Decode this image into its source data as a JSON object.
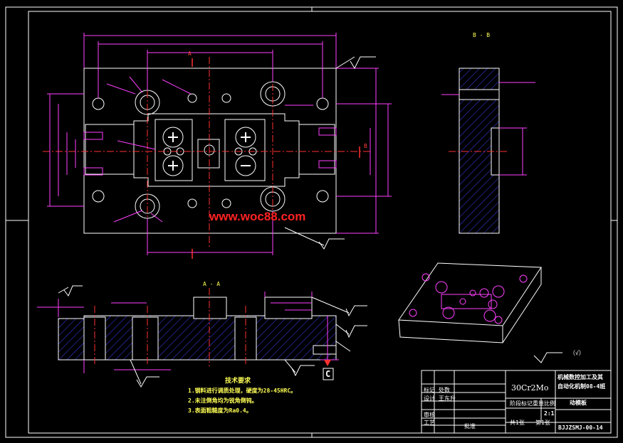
{
  "drawing": {
    "section_label_bb": "B - B",
    "section_label_aa": "A - A",
    "view_label_a": "A",
    "view_label_b": "B",
    "watermark": "www.woc88.com",
    "callout_c": "C",
    "general_roughness": "（√）"
  },
  "tech_requirements": {
    "title": "技术要求",
    "items": [
      "1.钢料进行调质处理，硬度为28-45HRC。",
      "2.未注倒角均为锐角倒钝。",
      "3.表面粗糙度为Ra0.4。"
    ]
  },
  "title_block": {
    "material": "30Cr2Mo",
    "title_line1": "机械数控加工及其",
    "title_line2": "自动化机制08-4班",
    "part_name": "动模板",
    "drawing_no": "BJJZSMJ-00-14",
    "scale": "2:1",
    "sheet_info_1": "共1张",
    "sheet_info_2": "第1张",
    "row_marks": "标记 处数",
    "row_design": "设计 王东升",
    "row_check": "审核",
    "row_process": "工艺",
    "row_approve": "批准",
    "stage_mark": "阶段标记",
    "weight": "重量",
    "scale_label": "比例"
  },
  "colors": {
    "outline": "#ffffff",
    "part": "#4040ff",
    "dimension": "#ff40ff",
    "centerline": "#ff3030",
    "hatch": "#4040ff",
    "text": "#ffff55",
    "watermark": "#ff2222"
  }
}
